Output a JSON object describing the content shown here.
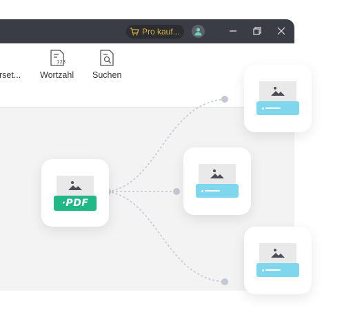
{
  "titlebar": {
    "pro_label": "Pro kauf...",
    "icons": [
      "cart-icon",
      "user-icon",
      "minimize-icon",
      "restore-icon",
      "close-icon"
    ]
  },
  "toolbar": {
    "items": [
      {
        "label": "Übersetzen",
        "display": "erset...",
        "icon": "translate-icon"
      },
      {
        "label": "Wortzahl",
        "display": "Wortzahl",
        "icon": "word-count-icon"
      },
      {
        "label": "Suchen",
        "display": "Suchen",
        "icon": "search-document-icon"
      }
    ]
  },
  "illustration": {
    "source_badge": "·PDF",
    "outputs": 3
  },
  "colors": {
    "titlebar": "#3a3d43",
    "pro_text": "#d8b443",
    "pdf_green": "#1fb886",
    "output_blue": "#7fd7ee",
    "connector": "#c3c8d2"
  }
}
